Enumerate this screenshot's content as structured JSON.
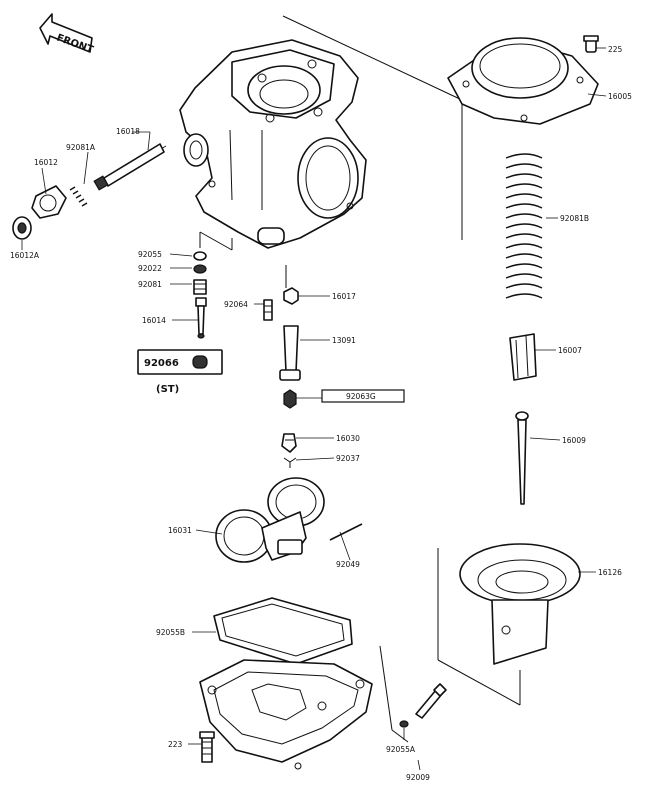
{
  "front_arrow": {
    "label": "FRONT"
  },
  "callouts": {
    "p225": "225",
    "p16005": "16005",
    "p16018": "16018",
    "p92081A": "92081A",
    "p16012": "16012",
    "p16012A": "16012A",
    "p92081B": "92081B",
    "p92055": "92055",
    "p92022": "92022",
    "p92081": "92081",
    "p92064": "92064",
    "p16017": "16017",
    "p16014": "16014",
    "p13091": "13091",
    "p16007": "16007",
    "p92066": "92066",
    "st": "(ST)",
    "p92063G": "92063G",
    "p16009": "16009",
    "p16030": "16030",
    "p92037": "92037",
    "p16031": "16031",
    "p92049": "92049",
    "p16126": "16126",
    "p92055B": "92055B",
    "p223": "223",
    "p92055A": "92055A",
    "p92009": "92009"
  }
}
